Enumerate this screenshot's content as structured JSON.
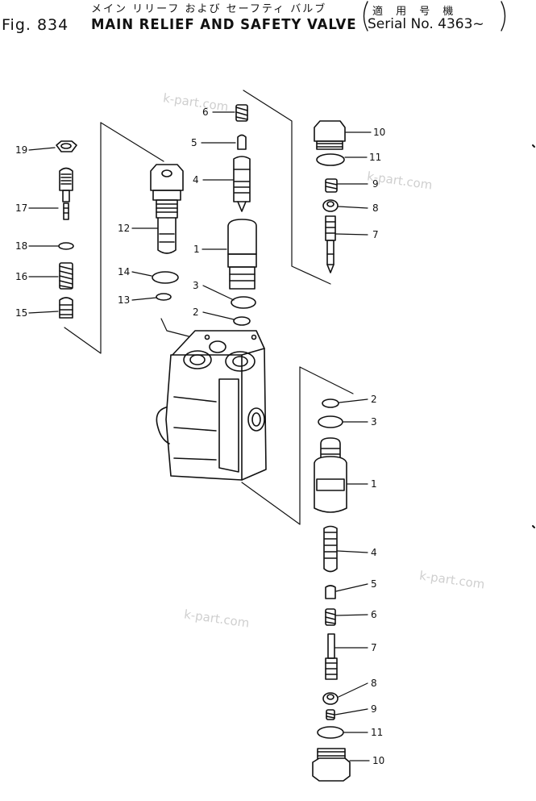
{
  "header": {
    "figure_jp": "メイン リリーフ および セーフティ バルブ",
    "figure_no": "Fig. 834",
    "figure_title": "MAIN RELIEF AND SAFETY VALVE",
    "serial_jp": "適 用 号 機",
    "serial_en": "Serial No. 4363~"
  },
  "watermarks": [
    "k-part.com",
    "k-part.com",
    "k-part.com",
    "k-part.com"
  ],
  "callouts": [
    {
      "id": "c6a",
      "label": "6"
    },
    {
      "id": "c5a",
      "label": "5"
    },
    {
      "id": "c4a",
      "label": "4"
    },
    {
      "id": "c1a",
      "label": "1"
    },
    {
      "id": "c3a",
      "label": "3"
    },
    {
      "id": "c2a",
      "label": "2"
    },
    {
      "id": "c19",
      "label": "19"
    },
    {
      "id": "c17",
      "label": "17"
    },
    {
      "id": "c18",
      "label": "18"
    },
    {
      "id": "c16",
      "label": "16"
    },
    {
      "id": "c15",
      "label": "15"
    },
    {
      "id": "c12",
      "label": "12"
    },
    {
      "id": "c14",
      "label": "14"
    },
    {
      "id": "c13",
      "label": "13"
    },
    {
      "id": "c10a",
      "label": "10"
    },
    {
      "id": "c11a",
      "label": "11"
    },
    {
      "id": "c9a",
      "label": "9"
    },
    {
      "id": "c8a",
      "label": "8"
    },
    {
      "id": "c7a",
      "label": "7"
    },
    {
      "id": "c2b",
      "label": "2"
    },
    {
      "id": "c3b",
      "label": "3"
    },
    {
      "id": "c1b",
      "label": "1"
    },
    {
      "id": "c4b",
      "label": "4"
    },
    {
      "id": "c5b",
      "label": "5"
    },
    {
      "id": "c6b",
      "label": "6"
    },
    {
      "id": "c7b",
      "label": "7"
    },
    {
      "id": "c8b",
      "label": "8"
    },
    {
      "id": "c9b",
      "label": "9"
    },
    {
      "id": "c11b",
      "label": "11"
    },
    {
      "id": "c10b",
      "label": "10"
    }
  ]
}
